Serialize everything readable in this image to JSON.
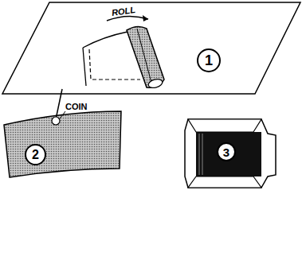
{
  "diagram": {
    "nodes": [
      {
        "text": [
          "1"
        ]
      },
      {
        "text": [
          "2"
        ]
      },
      {
        "text": [
          "3"
        ]
      }
    ],
    "labels": [
      "ROLL",
      "COIN"
    ]
  }
}
